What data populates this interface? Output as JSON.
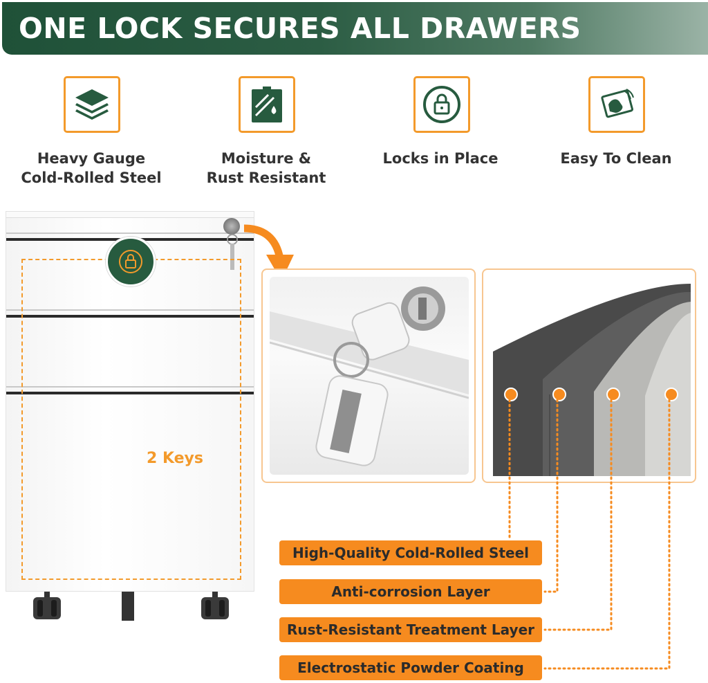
{
  "banner": {
    "title": "ONE LOCK SECURES ALL DRAWERS"
  },
  "features": [
    {
      "icon": "layers-icon",
      "line1": "Heavy Gauge",
      "line2": "Cold-Rolled Steel"
    },
    {
      "icon": "moisture-icon",
      "line1": "Moisture &",
      "line2": "Rust Resistant"
    },
    {
      "icon": "lock-icon",
      "line1": "Locks in Place",
      "line2": ""
    },
    {
      "icon": "cleaning-hand-icon",
      "line1": "Easy To Clean",
      "line2": ""
    }
  ],
  "keys_label": "2 Keys",
  "layers": [
    "High-Quality Cold-Rolled Steel",
    "Anti-corrosion Layer",
    "Rust-Resistant Treatment Layer",
    "Electrostatic Powder Coating"
  ],
  "colors": {
    "brand_green": "#275b3f",
    "accent_orange": "#f68b1f",
    "outline_orange": "#f39a2b"
  }
}
